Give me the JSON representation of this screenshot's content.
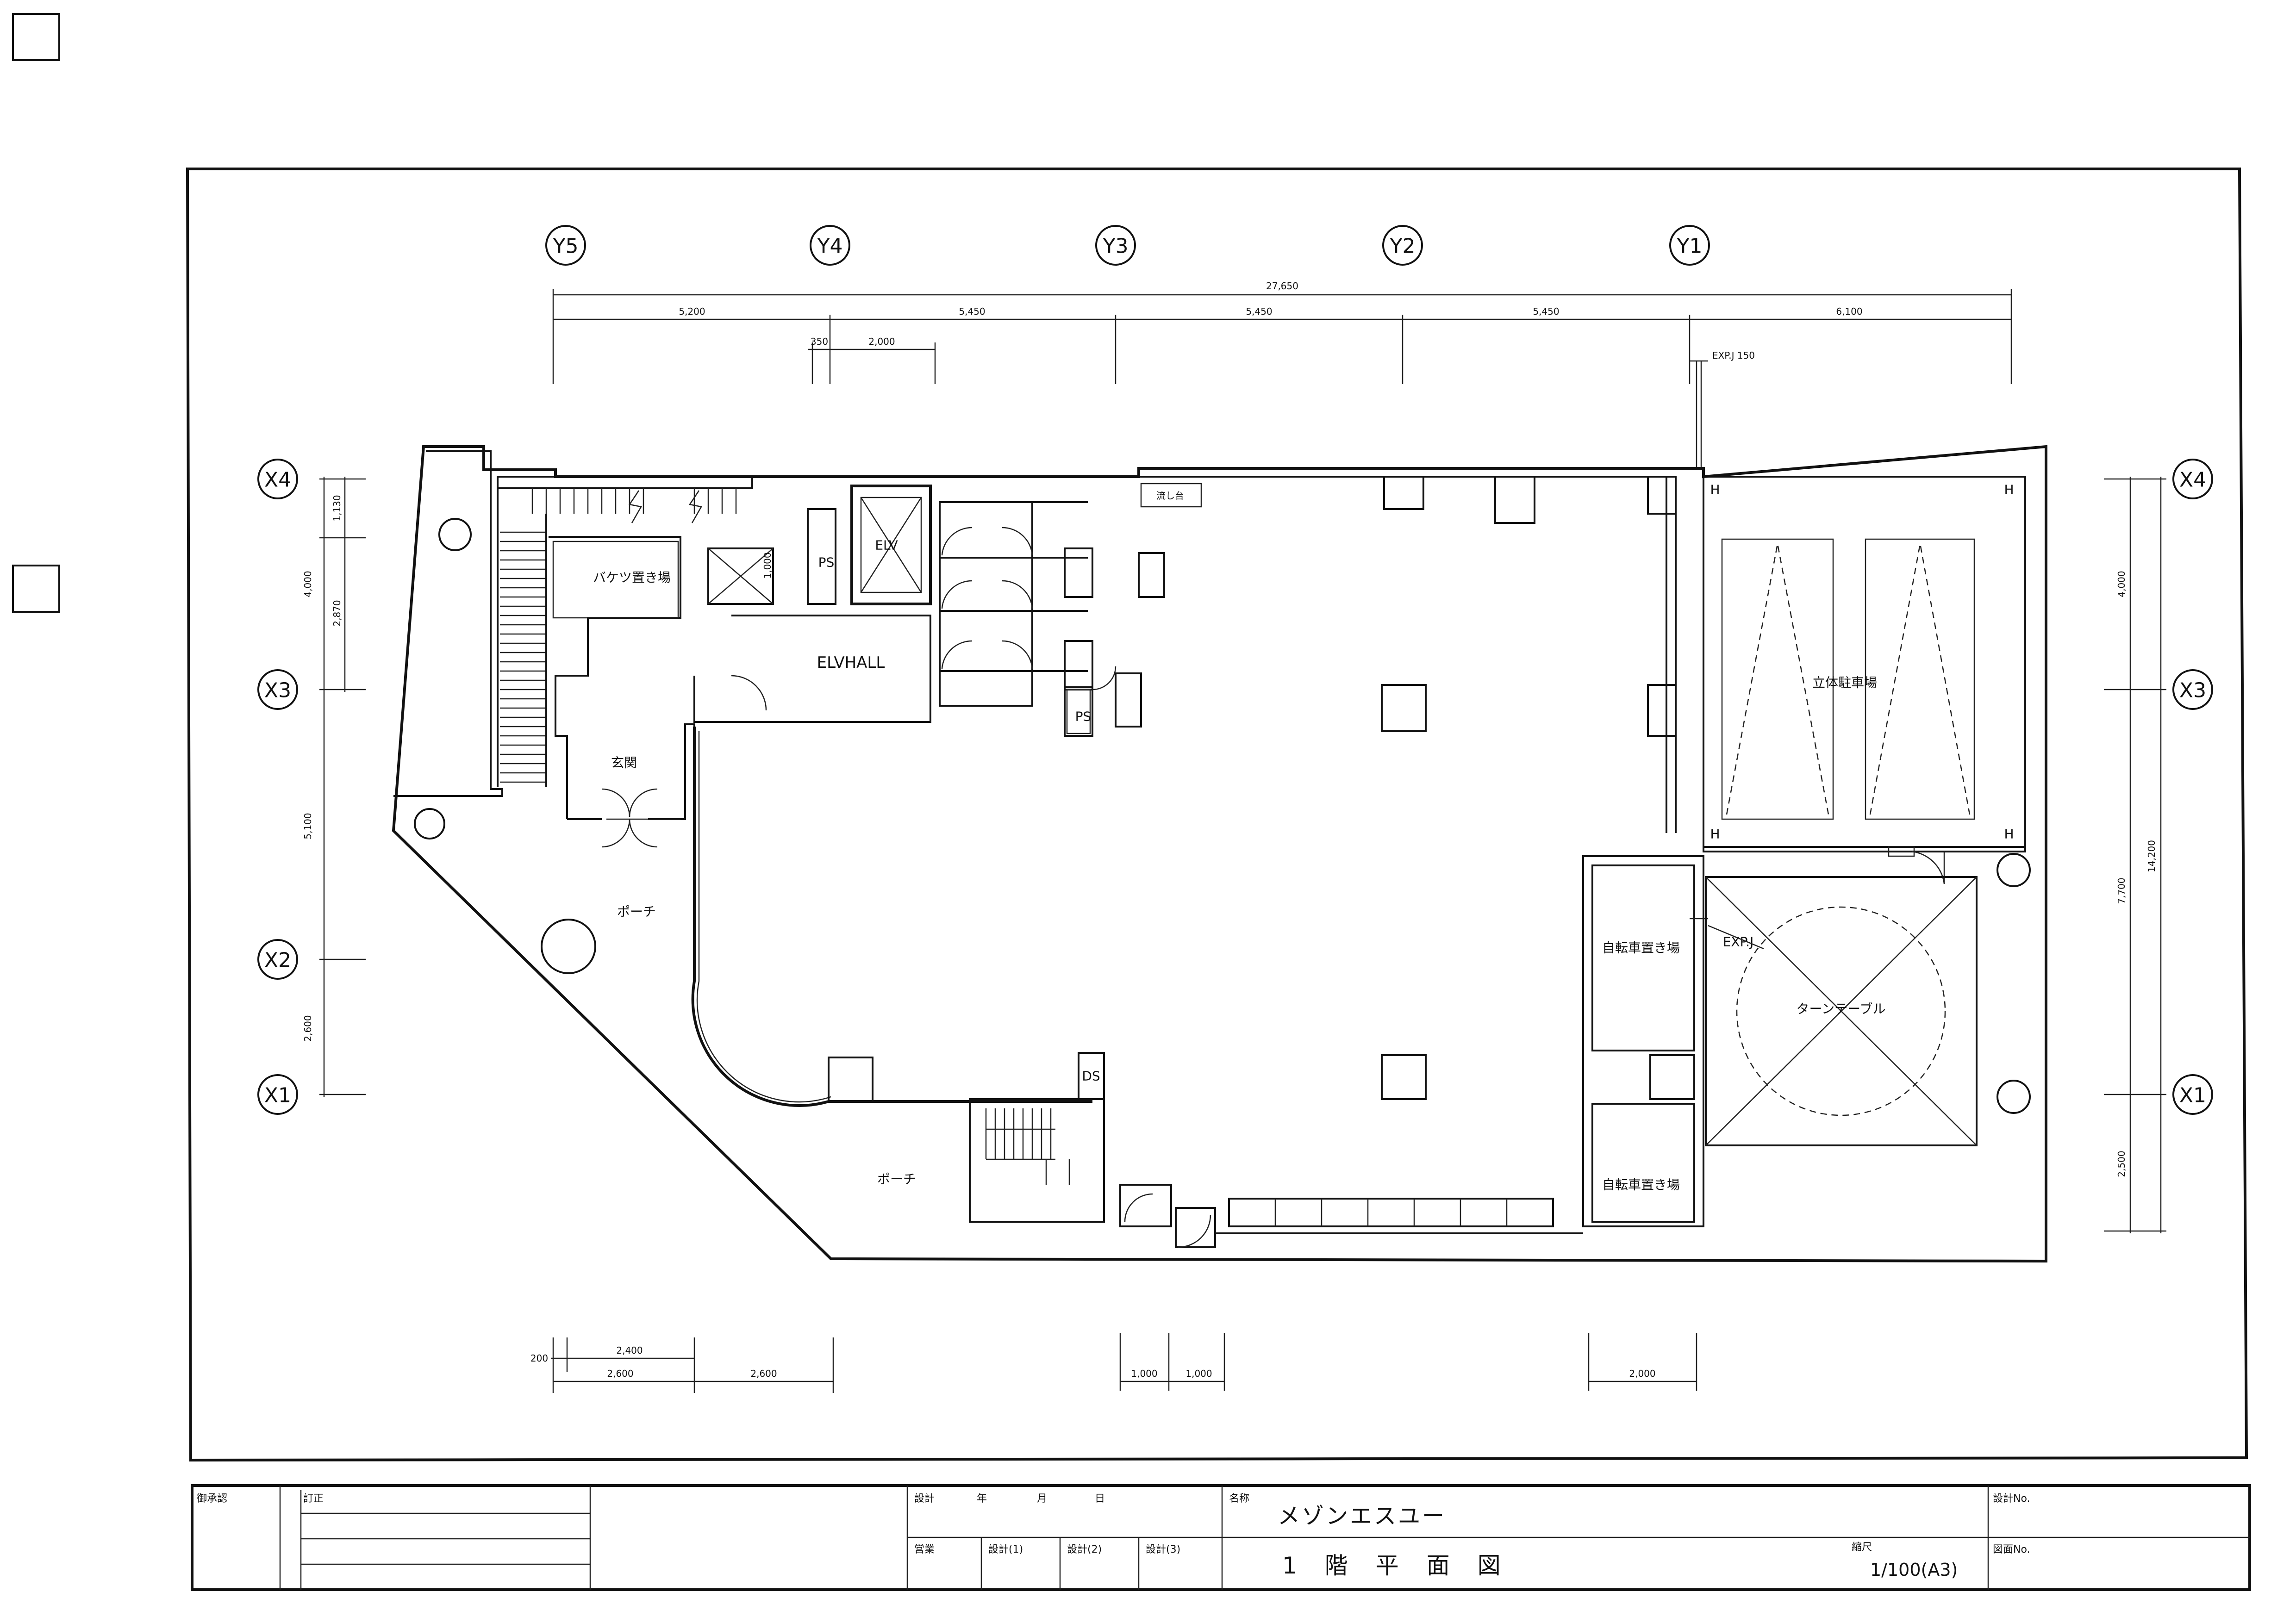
{
  "grid_lines": {
    "y": [
      "Y5",
      "Y4",
      "Y3",
      "Y2",
      "Y1"
    ],
    "x": [
      "X4",
      "X3",
      "X2",
      "X1"
    ]
  },
  "dimensions": {
    "top_overall": "27,650",
    "top_spans": [
      "5,200",
      "5,450",
      "5,450",
      "5,450",
      "6,100"
    ],
    "top_sub_350": "350",
    "top_sub_2000": "2,000",
    "exp_j_150": "EXP.J 150",
    "left_1130": "1,130",
    "left_4000": "4,000",
    "left_2870": "2,870",
    "left_5100": "5,100",
    "left_2600": "2,600",
    "right_4000": "4,000",
    "right_7700": "7,700",
    "right_14200": "14,200",
    "right_2500": "2,500",
    "bottom_200": "200",
    "bottom_2400": "2,400",
    "bottom_2600a": "2,600",
    "bottom_2600b": "2,600",
    "bottom_1000a": "1,000",
    "bottom_1000b": "1,000",
    "bottom_2000": "2,000",
    "stair_1000": "1,000"
  },
  "rooms": {
    "bucket": "バケツ置き場",
    "ps1": "PS",
    "elv": "ELV",
    "elvhall": "ELVHALL",
    "ps2": "PS",
    "sink": "流し台",
    "entrance": "玄関",
    "porch1": "ポーチ",
    "porch2": "ポーチ",
    "parking": "立体駐車場",
    "bike1": "自転車置き場",
    "bike2": "自転車置き場",
    "turntable": "ターンテーブル",
    "exp_j": "EXP.J",
    "ds": "DS",
    "h_marks": [
      "H",
      "H",
      "H",
      "H"
    ]
  },
  "title_block": {
    "approval": "御承認",
    "revision": "訂正",
    "design_label": "設計",
    "year": "年",
    "month": "月",
    "day": "日",
    "sales": "営業",
    "design1": "設計(1)",
    "design2": "設計(2)",
    "design3": "設計(3)",
    "name_label": "名称",
    "project_name": "メゾンエスユー",
    "drawing_title": "1階平面図",
    "scale_label": "縮尺",
    "scale_value": "1/100(A3)",
    "design_no_label": "設計No.",
    "drawing_no_label": "図面No."
  }
}
